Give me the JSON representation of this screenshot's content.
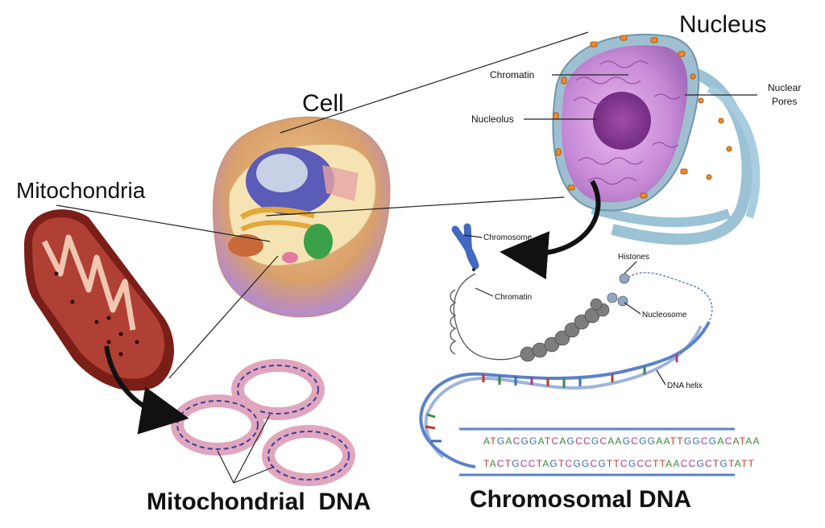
{
  "labels": {
    "nucleus": "Nucleus",
    "cell": "Cell",
    "mitochondria": "Mitochondria",
    "chromatin_nucleus": "Chromatin",
    "nucleolus": "Nucleolus",
    "nuclear_pores_line1": "Nuclear",
    "nuclear_pores_line2": "Pores",
    "chromosome": "Chromosome",
    "chromatin_strand": "Chromatin",
    "histones": "Histones",
    "nucleosome": "Nucleosome",
    "dna_helix": "DNA helix",
    "mitochondrial_dna": "Mitochondrial  DNA",
    "chromosomal_dna": "Chromosomal DNA"
  },
  "sequence": {
    "top_strand": "ATGACGGATCAGCCGCAAGCGGAATTGGCGACATAA",
    "bottom_strand": "TACTGCCTAGTCGGCGTTCGCCTTAACCGCTGTATT"
  },
  "colors": {
    "A": "#3a8a3a",
    "T": "#c0392b",
    "G": "#3a6fb0",
    "C": "#b13a8c",
    "backbone": "#5b82c8",
    "mito_fill": "#8b2b22",
    "mtdna_ring": "#e0a6bd",
    "nucleus_purple": "#b47dc2"
  }
}
